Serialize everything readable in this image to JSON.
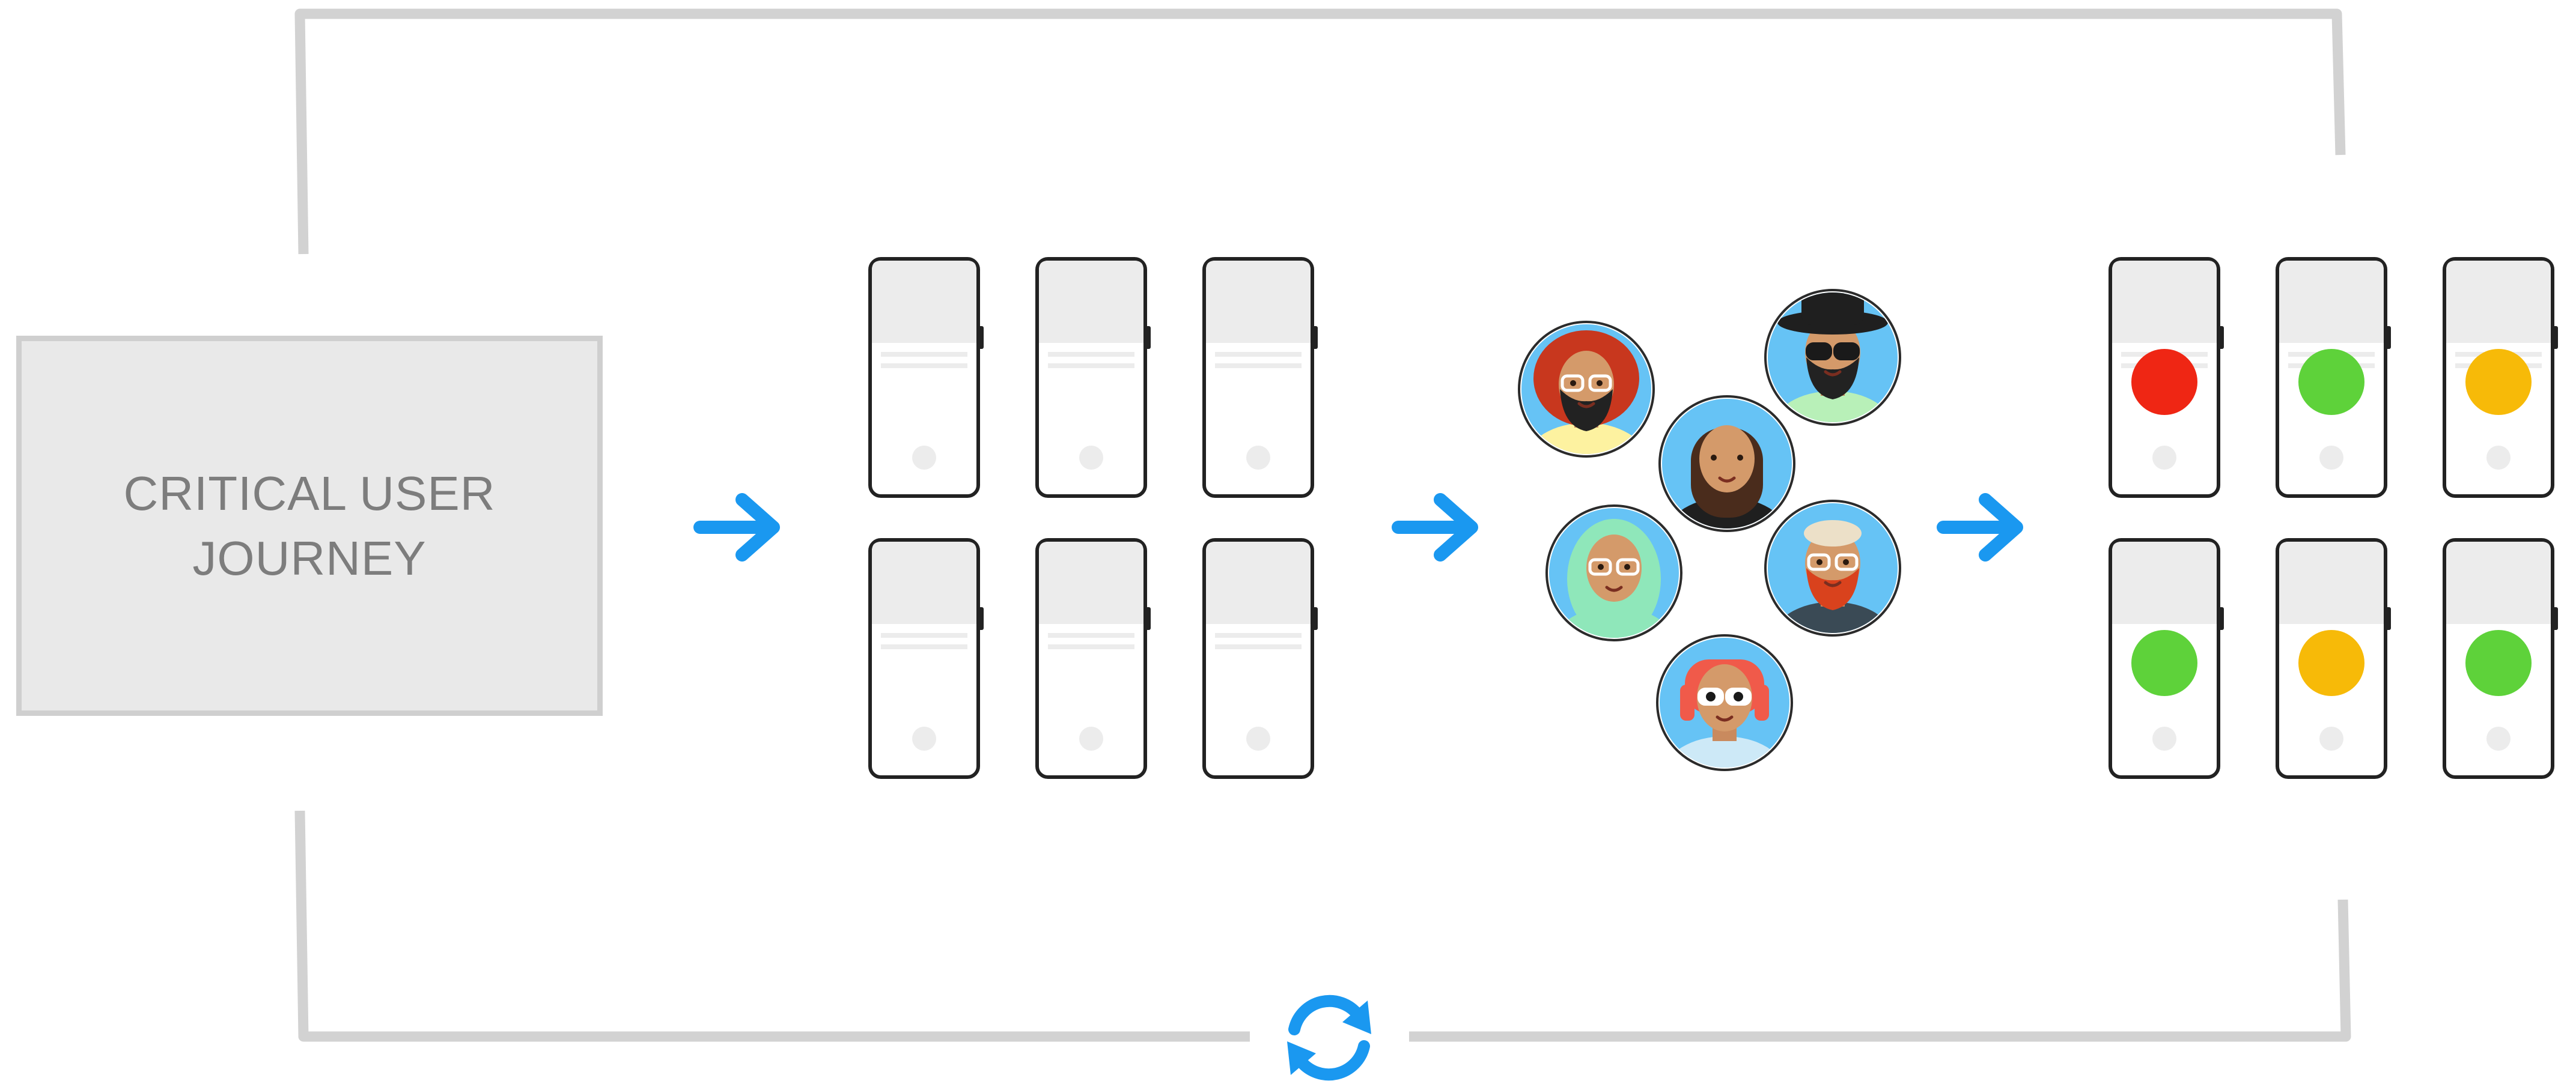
{
  "journey_box": {
    "line1": "CRITICAL USER",
    "line2": "JOURNEY"
  },
  "colors": {
    "loop": "#d2d2d2",
    "arrow": "#1a98f0",
    "phone_outline": "#222222",
    "phone_screen_top": "#ececec",
    "box_fill": "#e9e9e9",
    "box_border": "#cfcfcf",
    "text": "#7d7d7d"
  },
  "status_grid": {
    "top_row": [
      "red",
      "green",
      "amber"
    ],
    "bottom_row": [
      "green",
      "amber",
      "green"
    ],
    "palette": {
      "red": "#ef2614",
      "green": "#5ed23a",
      "amber": "#f7ba08"
    }
  },
  "participants": [
    {
      "name": "red-curly-hair-avatar",
      "background": "#66c3f5",
      "shirt": "#fdf2a0",
      "hair": "#c8371e"
    },
    {
      "name": "hat-sunglasses-avatar",
      "background": "#66c3f5",
      "shirt": "#b8f0b8",
      "hair": "#222222"
    },
    {
      "name": "long-hair-woman-avatar",
      "background": "#66c3f5",
      "shirt": "#1f1f1f",
      "hair": "#4a2c1c"
    },
    {
      "name": "hijab-avatar",
      "background": "#66c3f5",
      "shirt": "#8fe7ba",
      "hair": "#8fe7ba"
    },
    {
      "name": "red-beard-avatar",
      "background": "#66c3f5",
      "shirt": "#3a4a55",
      "hair": "#ece0c8"
    },
    {
      "name": "headphones-avatar",
      "background": "#66c3f5",
      "shirt": "#cde9f7",
      "hair": "#f05a4a"
    }
  ],
  "icons": {
    "arrow": "arrow-right-icon",
    "loop": "refresh-icon"
  }
}
